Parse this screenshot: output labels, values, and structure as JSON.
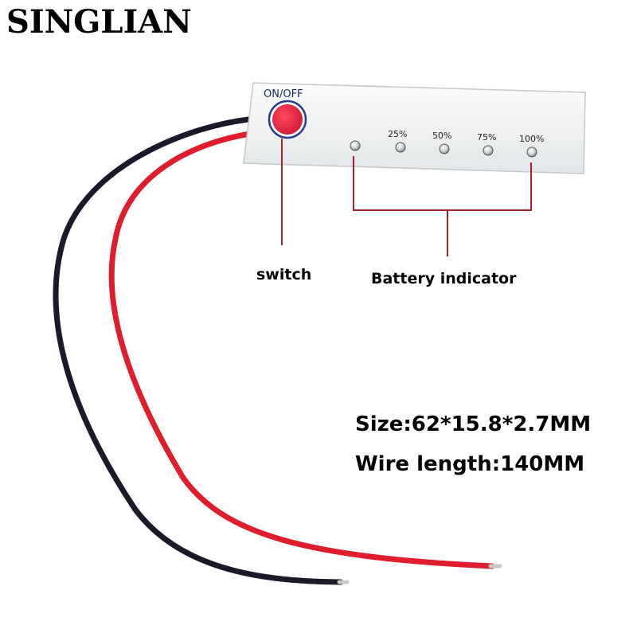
{
  "brand": {
    "name": "SINGLIAN"
  },
  "board": {
    "switch_text": "ON/OFF",
    "levels": [
      "25%",
      "50%",
      "75%",
      "100%"
    ]
  },
  "callouts": {
    "switch": "switch",
    "battery_indicator": "Battery indicator"
  },
  "specs": {
    "size": "Size:62*15.8*2.7MM",
    "wire_length": "Wire length:140MM"
  },
  "colors": {
    "button_red": "#e8263f",
    "wire_red": "#e01d2c",
    "wire_black": "#1a1a2a",
    "callout_line": "#b01e2a",
    "board_white": "#f4f6f7"
  }
}
